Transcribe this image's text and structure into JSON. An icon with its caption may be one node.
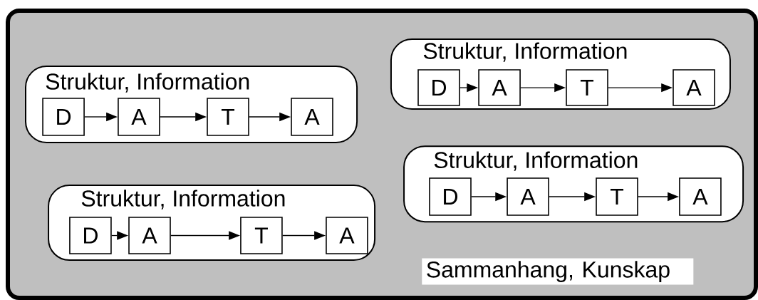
{
  "diagram": {
    "nodes": [
      {
        "text": [
          "Sammanhang, Kunskap"
        ]
      },
      {
        "text": [
          "Struktur, Information"
        ],
        "in": 0
      },
      {
        "text": [
          "D"
        ],
        "in": 1
      },
      {
        "text": [
          "A"
        ],
        "in": 1
      },
      {
        "text": [
          "T"
        ],
        "in": 1
      },
      {
        "text": [
          "A"
        ],
        "in": 1
      },
      {
        "text": [
          "Struktur, Information"
        ],
        "in": 0
      },
      {
        "text": [
          "D"
        ],
        "in": 6
      },
      {
        "text": [
          "A"
        ],
        "in": 6
      },
      {
        "text": [
          "T"
        ],
        "in": 6
      },
      {
        "text": [
          "A"
        ],
        "in": 6
      },
      {
        "text": [
          "Struktur, Information"
        ],
        "in": 0
      },
      {
        "text": [
          "D"
        ],
        "in": 11
      },
      {
        "text": [
          "A"
        ],
        "in": 11
      },
      {
        "text": [
          "T"
        ],
        "in": 11
      },
      {
        "text": [
          "A"
        ],
        "in": 11
      },
      {
        "text": [
          "Struktur, Information"
        ],
        "in": 0
      },
      {
        "text": [
          "D"
        ],
        "in": 16
      },
      {
        "text": [
          "A"
        ],
        "in": 16
      },
      {
        "text": [
          "T"
        ],
        "in": 16
      },
      {
        "text": [
          "A"
        ],
        "in": 16
      }
    ],
    "edges": [
      {
        "from": 2,
        "to": 3,
        "arrow": "to"
      },
      {
        "from": 3,
        "to": 4,
        "arrow": "to"
      },
      {
        "from": 4,
        "to": 5,
        "arrow": "to"
      },
      {
        "from": 7,
        "to": 8,
        "arrow": "to"
      },
      {
        "from": 8,
        "to": 9,
        "arrow": "to"
      },
      {
        "from": 9,
        "to": 10,
        "arrow": "to"
      },
      {
        "from": 12,
        "to": 13,
        "arrow": "to"
      },
      {
        "from": 13,
        "to": 14,
        "arrow": "to"
      },
      {
        "from": 14,
        "to": 15,
        "arrow": "to"
      },
      {
        "from": 17,
        "to": 18,
        "arrow": "to"
      },
      {
        "from": 18,
        "to": 19,
        "arrow": "to"
      },
      {
        "from": 19,
        "to": 20,
        "arrow": "to"
      }
    ]
  }
}
